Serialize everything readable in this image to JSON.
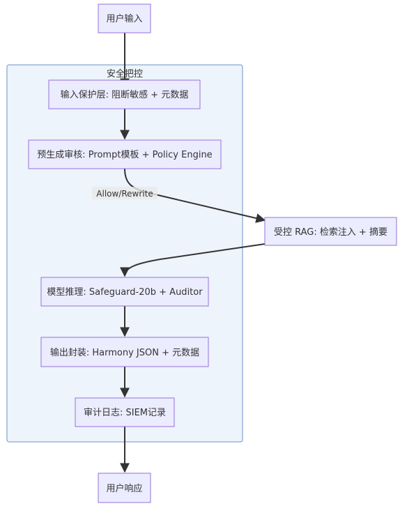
{
  "cluster": {
    "title": "安全把控"
  },
  "nodes": {
    "user_input": "用户输入",
    "input_protect": "输入保护层: 阻断敏感 + 元数据",
    "pre_review": "预生成审核: Prompt模板 + Policy Engine",
    "rag": "受控 RAG: 检索注入 + 摘要",
    "inference": "模型推理: Safeguard-20b + Auditor",
    "output_wrap": "输出封装: Harmony JSON + 元数据",
    "audit_log": "审计日志: SIEM记录",
    "user_response": "用户响应"
  },
  "edges": {
    "allow_rewrite": "Allow/Rewrite"
  },
  "colors": {
    "node_fill": "#ECECFF",
    "node_stroke": "#9370DB",
    "cluster_fill": "#EEF4FB",
    "cluster_stroke": "#6B93C7",
    "edge": "#333333"
  }
}
